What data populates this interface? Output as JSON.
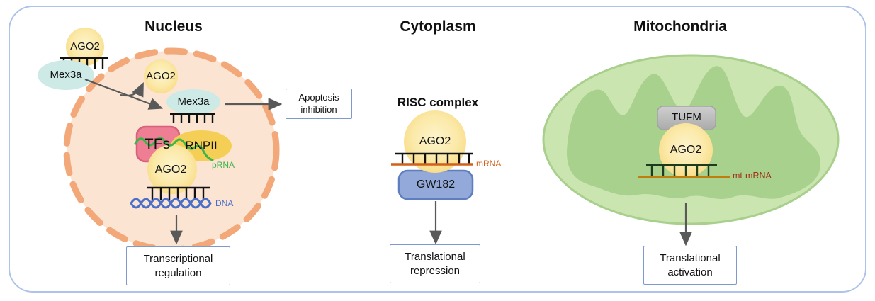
{
  "sections": {
    "nucleus": {
      "title": "Nucleus",
      "labels": {
        "ago2_outside": "AGO2",
        "mex3a_outside": "Mex3a",
        "ago2_top": "AGO2",
        "mex3a_inner": "Mex3a",
        "tfs": "TFs",
        "rnpii": "RNPII",
        "ago2_chromatin": "AGO2",
        "prna": "pRNA",
        "dna": "DNA"
      },
      "apoptosis_box": "Apoptosis inhibition",
      "outcome_box": "Transcriptional regulation"
    },
    "cytoplasm": {
      "title": "Cytoplasm",
      "complex_label": "RISC complex",
      "labels": {
        "ago2": "AGO2",
        "mrna": "mRNA",
        "gw182": "GW182"
      },
      "outcome_box": "Translational repression"
    },
    "mitochondria": {
      "title": "Mitochondria",
      "labels": {
        "tufm": "TUFM",
        "ago2": "AGO2",
        "mt_mrna": "mt-mRNA"
      },
      "outcome_box": "Translational activation"
    }
  },
  "colors": {
    "frame_border": "#aec3e8",
    "nucleus_fill": "#fbe4d2",
    "nucleus_membrane": "#f2a878",
    "ago2_center": "#fdf4cc",
    "ago2_edge": "#f8da82",
    "mex3a_fill": "#cdeae6",
    "tfs_fill": "#ee7e93",
    "tfs_border": "#d8607a",
    "rnpii_fill": "#f5cf55",
    "prna_green": "#3bb54a",
    "dna_blue": "#4a6fc9",
    "mrna_orange": "#d2601a",
    "mt_mrna_line": "#bf7d0e",
    "mt_mrna_text": "#a33015",
    "gw182_fill": "#92a9d9",
    "gw182_border": "#5d7ebf",
    "tufm_fill": "#bdbdbd",
    "mito_outer_fill": "#cbe5b0",
    "mito_border": "#a8cf8c",
    "mito_inner_fill": "#a7d18c",
    "outcome_box_border": "#7e99cc",
    "arrow": "#595959"
  }
}
